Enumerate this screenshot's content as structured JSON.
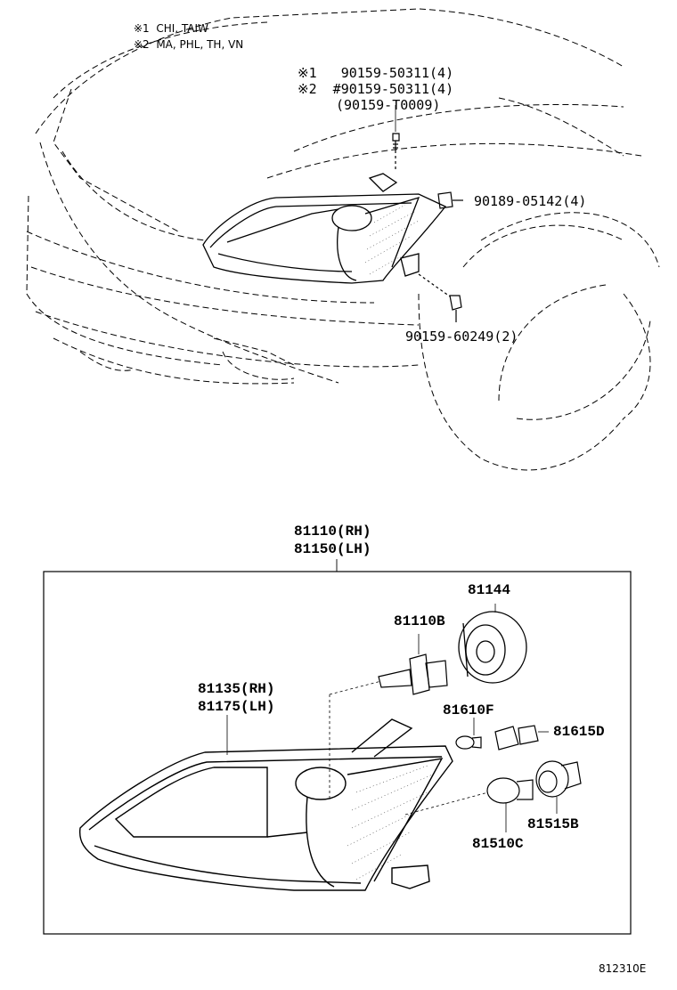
{
  "notes": {
    "note1": "※1  CHI, TAIW",
    "note2": "※2  MA, PHL, TH, VN"
  },
  "top_labels": {
    "screw_a1": "※1   90159-50311(4)",
    "screw_a2": "※2  #90159-50311(4)",
    "screw_a3": "(90159-T0009)",
    "clip": "90189-05142(4)",
    "bolt": "90159-60249(2)"
  },
  "assembly": {
    "rh": "81110(RH)",
    "lh": "81150(LH)"
  },
  "box_labels": {
    "bulb_cover": "81144",
    "halogen_bulb": "81110B",
    "unit_rh": "81135(RH)",
    "unit_lh": "81175(LH)",
    "small_bulb": "81610F",
    "small_socket": "81615D",
    "signal_socket": "81515B",
    "signal_bulb": "81510C"
  },
  "figure_code": "812310E"
}
